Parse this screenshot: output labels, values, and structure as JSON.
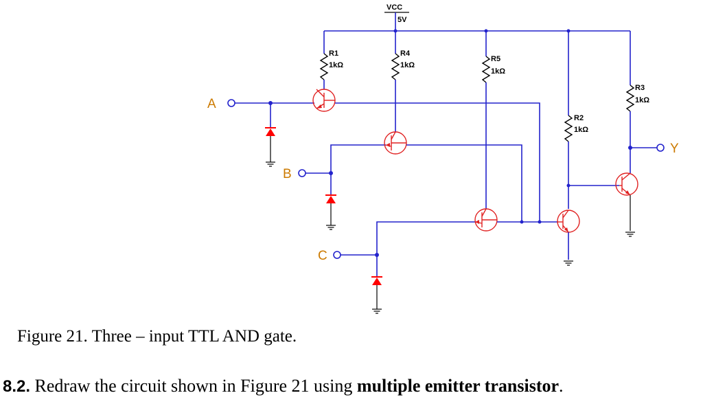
{
  "diagram": {
    "supply": {
      "name": "VCC",
      "value": "5V"
    },
    "resistors": [
      {
        "id": "R1",
        "value": "1kΩ"
      },
      {
        "id": "R4",
        "value": "1kΩ"
      },
      {
        "id": "R5",
        "value": "1kΩ"
      },
      {
        "id": "R3",
        "value": "1kΩ"
      },
      {
        "id": "R2",
        "value": "1kΩ"
      }
    ],
    "inputs": [
      "A",
      "B",
      "C"
    ],
    "output": "Y"
  },
  "caption": "Figure 21. Three – input TTL AND gate.",
  "task": {
    "number": "8.2.",
    "text_before": " Redraw the circuit shown in Figure 21 using ",
    "bold": "multiple emitter transistor",
    "text_after": "."
  }
}
